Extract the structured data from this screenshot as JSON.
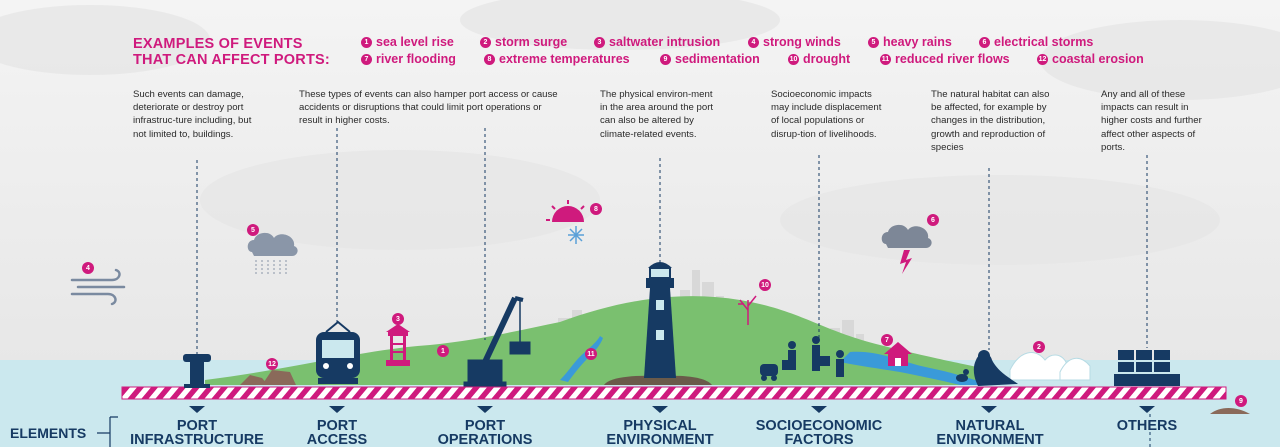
{
  "header": {
    "line1": "EXAMPLES OF EVENTS",
    "line2": "THAT CAN AFFECT PORTS:"
  },
  "events": [
    {
      "num": "1",
      "label": "sea level rise"
    },
    {
      "num": "2",
      "label": "storm surge"
    },
    {
      "num": "3",
      "label": "saltwater intrusion"
    },
    {
      "num": "4",
      "label": "strong winds"
    },
    {
      "num": "5",
      "label": "heavy rains"
    },
    {
      "num": "6",
      "label": "electrical storms"
    },
    {
      "num": "7",
      "label": "river flooding"
    },
    {
      "num": "8",
      "label": "extreme temperatures"
    },
    {
      "num": "9",
      "label": "sedimentation"
    },
    {
      "num": "10",
      "label": "drought"
    },
    {
      "num": "11",
      "label": "reduced river flows"
    },
    {
      "num": "12",
      "label": "coastal erosion"
    }
  ],
  "descriptions": [
    "Such events can damage, deteriorate or destroy port infrastruc-ture including, but not limited to, buildings.",
    "These types of events can also hamper port access or cause accidents or disruptions that could limit port operations or result in higher costs.",
    "The physical environ-ment in the area around the port can also be altered by climate-related events.",
    "Socioeconomic impacts may include displacement of local populations or disrup-tion of livelihoods.",
    "The natural habitat can also be affected, for example by changes in the distribution, growth and reproduction of species",
    "Any and all of these impacts can result in higher costs and further affect other aspects of ports."
  ],
  "elements_label": "ELEMENTS",
  "elements": [
    {
      "line1": "PORT",
      "line2": "INFRASTRUCTURE"
    },
    {
      "line1": "PORT",
      "line2": "ACCESS"
    },
    {
      "line1": "PORT",
      "line2": "OPERATIONS"
    },
    {
      "line1": "PHYSICAL",
      "line2": "ENVIRONMENT"
    },
    {
      "line1": "SOCIOECONOMIC",
      "line2": "FACTORS"
    },
    {
      "line1": "NATURAL",
      "line2": "ENVIRONMENT"
    },
    {
      "line1": "OTHERS",
      "line2": ""
    }
  ],
  "badges": [
    "1",
    "2",
    "3",
    "4",
    "5",
    "6",
    "7",
    "8",
    "9",
    "10",
    "11",
    "12"
  ],
  "colors": {
    "magenta": "#cf1a7d",
    "navy": "#163a63",
    "water": "#cbe8ee",
    "hill": "#7ac06f",
    "text": "#2a2a2a"
  }
}
